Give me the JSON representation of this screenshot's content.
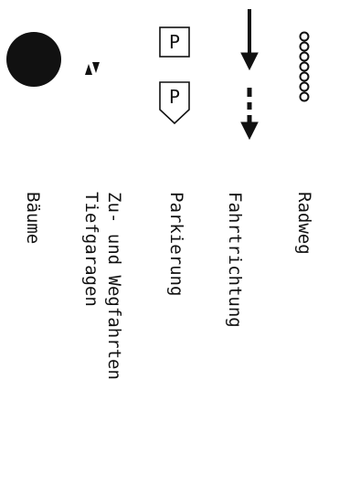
{
  "legend": {
    "items": [
      {
        "id": "radweg",
        "label": "Radweg",
        "symbol": "bicycle-path-circles-icon"
      },
      {
        "id": "fahrtrichtung",
        "label": "Fahrtrichtung",
        "symbol": "direction-arrows-icon"
      },
      {
        "id": "parkierung",
        "label": "Parkierung",
        "symbol": "parking-p-icon"
      },
      {
        "id": "tiefgaragen",
        "label": "Zu- und Wegfahrten",
        "label2": "Tiefgaragen",
        "symbol": "garage-ramp-arrows-icon"
      },
      {
        "id": "baeume",
        "label": "Bäume",
        "symbol": "tree-dot-icon"
      }
    ]
  },
  "colors": {
    "ink": "#111111",
    "background": "#ffffff"
  }
}
